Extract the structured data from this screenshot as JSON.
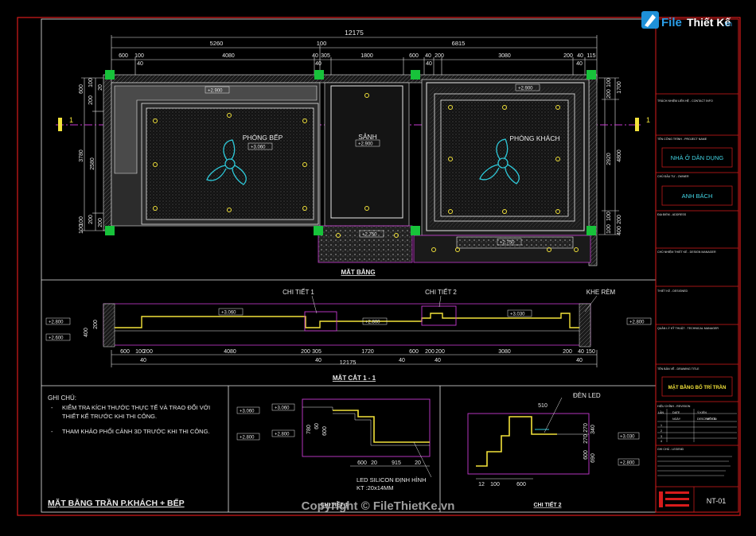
{
  "watermark": {
    "logo_main": "File",
    "logo_accent": "Thiết Kế",
    "logo_tld": ".vn",
    "copyright": "Copyright © FileThietKe.vn"
  },
  "plan": {
    "overall_dim": "12175",
    "dims_top_row2": [
      "5260",
      "100",
      "6815"
    ],
    "dims_top_row3": [
      "600",
      "100",
      "4080",
      "40",
      "305",
      "1800",
      "600",
      "40",
      "200",
      "3080",
      "200",
      "40",
      "115"
    ],
    "dims_top_row4": [
      "40",
      "40",
      "40",
      "40"
    ],
    "dims_left": [
      "600",
      "100",
      "200",
      "20",
      "3780",
      "2580",
      "100",
      "200",
      "100",
      "200"
    ],
    "dims_right": [
      "100",
      "200",
      "1700",
      "2920",
      "4800",
      "100",
      "200",
      "100",
      "400"
    ],
    "rooms": {
      "kitchen": "PHÒNG BẾP",
      "hall": "SẢNH",
      "living": "PHÒNG KHÁCH"
    },
    "levels": {
      "kitchen_top": "+2.900",
      "kitchen_room": "+3.060",
      "hall": "+2.900",
      "hall_bottom": "+2.750",
      "living_top": "+2.900",
      "living_bottom": "+2.750"
    },
    "section_marker": "1",
    "caption": "MẶT BẰNG"
  },
  "section": {
    "label_detail1": "CHI TIẾT 1",
    "label_detail2": "CHI TIẾT 2",
    "label_curtain": "KHE RÈM",
    "levels": {
      "left_top": "+2.800",
      "left_bottom": "+2.600",
      "center_high": "+3.060",
      "center_mid": "+2.800",
      "right_mid": "+3.030",
      "right_edge": "+2.800"
    },
    "dims_left_vertical": [
      "400",
      "200"
    ],
    "dims_bottom": [
      "600",
      "100",
      "200",
      "4080",
      "200",
      "305",
      "1720",
      "600",
      "200",
      "200",
      "3080",
      "200",
      "40",
      "150"
    ],
    "dims_bottom_row2": [
      "40",
      "40",
      "40",
      "40",
      "40"
    ],
    "overall_dim": "12175",
    "caption": "MẶT CẮT 1 - 1"
  },
  "notes": {
    "title": "GHI CHÚ:",
    "items": [
      "KIỂM TRA KÍCH THƯỚC THỰC TẾ VÀ TRAO ĐỔI VỚI THIẾT KẾ TRƯỚC KHI THI CÔNG.",
      "THAM KHẢO PHỐI CẢNH 3D TRƯỚC KHI THI CÔNG."
    ],
    "drawing_title": "MẶT BẰNG TRẦN P.KHÁCH + BẾP"
  },
  "detail1": {
    "levels": [
      "+3.060",
      "+3.060",
      "+2.800",
      "+2.800"
    ],
    "dims_vertical": [
      "780",
      "60",
      "600"
    ],
    "dims_bottom": [
      "600",
      "20",
      "915",
      "20"
    ],
    "led_label": "LED SILICON ĐỊNH HÌNH",
    "led_size": "KT :20x14MM",
    "caption": "CHI TIẾT 1"
  },
  "detail2": {
    "led_label": "ĐÈN LED",
    "dim_top": "510",
    "dims_right": [
      "270",
      "270",
      "340",
      "600",
      "690"
    ],
    "levels": [
      "+3.030",
      "+2.800"
    ],
    "dims_bottom": [
      "12",
      "100",
      "600"
    ],
    "caption": "CHI TIẾT 2"
  },
  "titleblock": {
    "row_labels": [
      "TRÁCH NHIỆM LIÊN HỆ - CONTACT INFO",
      "TÊN CÔNG TRÌNH - PROJECT NAME",
      "CHỦ ĐẦU TƯ - OWNER",
      "ĐỊA ĐIỂM - ADDRESS",
      "CHỦ NHIỆM THIẾT KẾ - DESIGN MANAGER",
      "THIẾT KẾ - DESIGNED",
      "QUẢN LÝ KỸ THUẬT - TECHNICAL MANAGER",
      "TÊN BẢN VẼ - DRAWING TITLE",
      "HIỆU CHỈNH - REVISION",
      "GHI CHÚ - LEGEND"
    ],
    "project": "NHÀ Ở DÂN DỤNG",
    "owner": "ANH BÁCH",
    "drawing_title": "MẶT BẰNG BỐ TRÍ TRẦN",
    "revision_headers": [
      "LẦN",
      "DATE",
      "Ý KIẾN",
      "DESCRIPTION",
      "NGÀY",
      "MÔ TẢ"
    ],
    "revision_rows": [
      "1",
      "2",
      "3",
      "4"
    ],
    "sheet_no": "NT-01"
  },
  "colors": {
    "frame": "#d81c1c",
    "line": "#e8e8e8",
    "magenta": "#c63ad0",
    "yellow": "#f2e23a",
    "cyan": "#2ec8d8",
    "green": "#17c23a",
    "titlecyan": "#43d6e6"
  }
}
